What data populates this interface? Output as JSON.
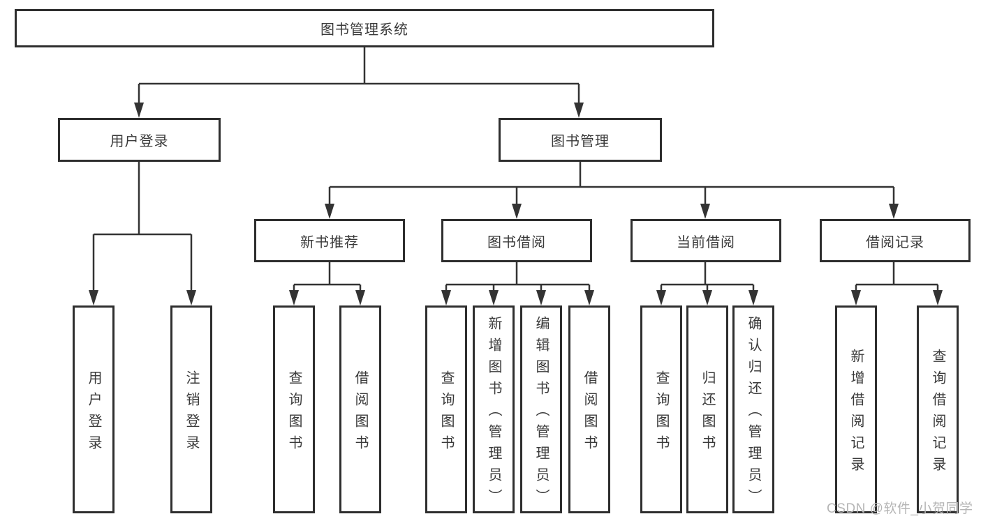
{
  "diagram": {
    "title": "图书管理系统",
    "colors": {
      "line": "#333333",
      "border": "#2e2e2e",
      "text": "#3a3a3a",
      "watermark": "#b5b5b5",
      "background": "#ffffff"
    },
    "nodes": {
      "root": "图书管理系统",
      "user_login": "用户登录",
      "book_management": "图书管理",
      "new_book_recommend": "新书推荐",
      "book_borrowing": "图书借阅",
      "current_borrowing": "当前借阅",
      "borrow_records": "借阅记录",
      "leaf_user_login": "用户登录",
      "leaf_logout_login": "注销登录",
      "leaf_nbr_query_books": "查询图书",
      "leaf_nbr_borrow_books": "借阅图书",
      "leaf_bb_query_books": "查询图书",
      "leaf_bb_add_books_admin": "新增图书（管理员）",
      "leaf_bb_edit_books_admin": "编辑图书（管理员）",
      "leaf_bb_borrow_books": "借阅图书",
      "leaf_cb_query_books": "查询图书",
      "leaf_cb_return_books": "归还图书",
      "leaf_cb_confirm_return_admin": "确认归还（管理员）",
      "leaf_br_add_record": "新增借阅记录",
      "leaf_br_query_record": "查询借阅记录"
    },
    "watermark": "CSDN @软件_小贺同学"
  }
}
